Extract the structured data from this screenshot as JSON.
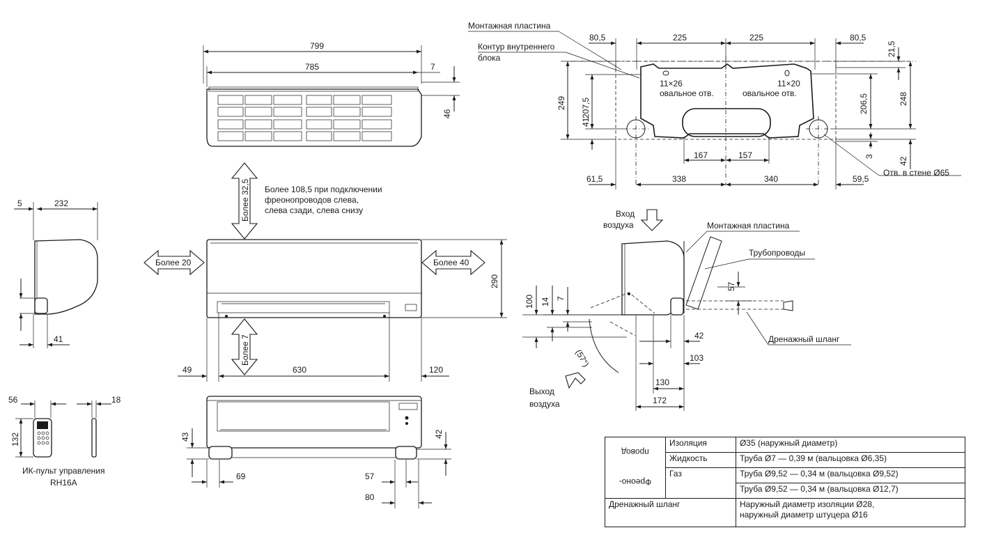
{
  "front_top_view": {
    "width_total": "799",
    "width_inner": "785",
    "offset_right": "7",
    "depth": "46"
  },
  "front_view": {
    "clearance_top": "Более 32,5",
    "clearance_top_note_1": "Более 108,5 при подключении",
    "clearance_top_note_2": "фреонопроводов слева,",
    "clearance_top_note_3": "слева сзади, слева снизу",
    "clearance_left": "Более 20",
    "clearance_right": "Более 40",
    "clearance_bottom": "Более 7",
    "height": "290",
    "dim_left": "49",
    "dim_center": "630",
    "dim_right": "120"
  },
  "side_view": {
    "offset": "5",
    "depth": "232",
    "bottom": "41"
  },
  "remote": {
    "width": "56",
    "thickness": "18",
    "height": "132",
    "caption_1": "ИК-пульт управления",
    "caption_2": "RH16A"
  },
  "bottom_view": {
    "dim_43": "43",
    "dim_42": "42",
    "dim_69": "69",
    "dim_57": "57",
    "dim_80": "80"
  },
  "mounting_plate": {
    "label_plate": "Монтажная пластина",
    "label_contour_1": "Контур внутреннего",
    "label_contour_2": "блока",
    "top_dims": [
      "80,5",
      "225",
      "225",
      "80,5"
    ],
    "top_right": "21,5",
    "slot_left_1": "11×26",
    "slot_left_2": "овальное отв.",
    "slot_right_1": "11×20",
    "slot_right_2": "овальное отв.",
    "left_249": "249",
    "left_2075": "207,5",
    "left_41": "41",
    "right_2065": "206,5",
    "right_248": "248",
    "right_3": "3",
    "right_42": "42",
    "mid_167": "167",
    "mid_157": "157",
    "bottom_dims": [
      "61,5",
      "338",
      "340",
      "59,5"
    ],
    "wall_hole": "Отв. в стене Ø65"
  },
  "side_install": {
    "air_in_1": "Вход",
    "air_in_2": "воздуха",
    "air_out_1": "Выход",
    "air_out_2": "воздуха",
    "label_plate": "Монтажная пластина",
    "label_pipes": "Трубопроводы",
    "label_drain": "Дренажный шланг",
    "dim_57": "57",
    "dim_100": "100",
    "dim_14": "14",
    "dim_7": "7",
    "angle": "(57°)",
    "dim_42": "42",
    "dim_103": "103",
    "dim_130": "130",
    "dim_172": "172"
  },
  "spec_table": {
    "group_label_1": "Фреоно-",
    "group_label_2": "провод",
    "rows": [
      {
        "label": "Изоляция",
        "value_1": "Ø35 (наружный диаметр)",
        "value_2": ""
      },
      {
        "label": "Жидкость",
        "value_1": "Труба Ø7 — 0,39 м (вальцовка Ø6,35)",
        "value_2": ""
      },
      {
        "label": "Газ",
        "value_1": "Труба Ø9,52 — 0,34  м (вальцовка Ø9,52)",
        "value_2": "Труба Ø9,52 — 0,34  м (вальцовка Ø12,7)"
      }
    ],
    "drain_label": "Дренажный шланг",
    "drain_value_1": "Наружный диаметр изоляции Ø28,",
    "drain_value_2": "наружный диаметр штуцера Ø16"
  }
}
